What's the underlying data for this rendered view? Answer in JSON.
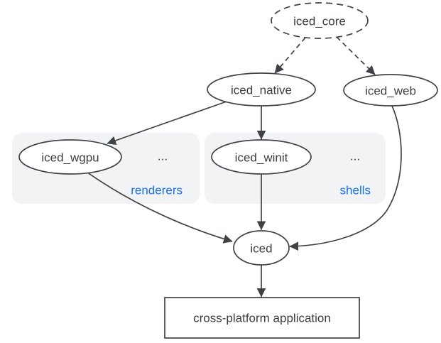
{
  "colors": {
    "background": "#ffffff",
    "node_fill": "#ffffff",
    "stroke": "#3f4247",
    "text": "#3a3e44",
    "accent_blue": "#1a73e8",
    "group_fill": "#f1f3f5"
  },
  "nodes": {
    "core": {
      "label": "iced_core"
    },
    "native": {
      "label": "iced_native"
    },
    "web": {
      "label": "iced_web"
    },
    "wgpu": {
      "label": "iced_wgpu"
    },
    "winit": {
      "label": "iced_winit"
    },
    "iced": {
      "label": "iced"
    },
    "app": {
      "label": "cross-platform application"
    }
  },
  "groups": {
    "renderers": {
      "label": "renderers",
      "ellipsis": "..."
    },
    "shells": {
      "label": "shells",
      "ellipsis": "..."
    }
  },
  "edges": [
    {
      "from": "iced_core",
      "to": "iced_native",
      "style": "dashed"
    },
    {
      "from": "iced_core",
      "to": "iced_web",
      "style": "dashed"
    },
    {
      "from": "iced_native",
      "to": "iced_wgpu",
      "style": "solid"
    },
    {
      "from": "iced_native",
      "to": "iced_winit",
      "style": "solid"
    },
    {
      "from": "iced_wgpu",
      "to": "iced",
      "style": "solid"
    },
    {
      "from": "iced_winit",
      "to": "iced",
      "style": "solid"
    },
    {
      "from": "iced_web",
      "to": "iced",
      "style": "solid"
    },
    {
      "from": "iced",
      "to": "cross-platform application",
      "style": "solid"
    }
  ]
}
